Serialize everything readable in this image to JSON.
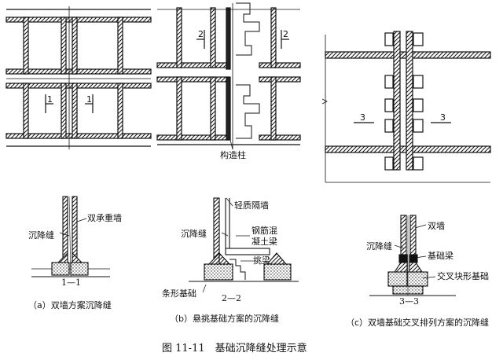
{
  "plan_labels": {
    "a_left": "1",
    "a_right": "1",
    "b_left": "2",
    "b_right": "2",
    "c_left": "3",
    "c_right": "3",
    "column": "构造柱"
  },
  "detail_a": {
    "wall": "双承重墙",
    "joint": "沉降缝",
    "section": "1—1",
    "caption": "（a）双墙方案沉降缝"
  },
  "detail_b": {
    "partition": "轻质隔墙",
    "joint": "沉降缝",
    "rc_beam_line1": "钢筋混",
    "rc_beam_line2": "凝土梁",
    "cantilever": "挑梁",
    "strip_foundation": "条形基础",
    "section": "2—2",
    "caption": "（b）悬挑基础方案的沉降缝"
  },
  "detail_c": {
    "walls": "双墙",
    "joint": "沉降缝",
    "foundation_beam": "基础梁",
    "cross_foundation": "交叉块形基础",
    "section": "3—3",
    "caption": "（c）双墙基础交叉排列方案的沉降缝"
  },
  "figure_title": "图 11-11　基础沉降缝处理示意"
}
